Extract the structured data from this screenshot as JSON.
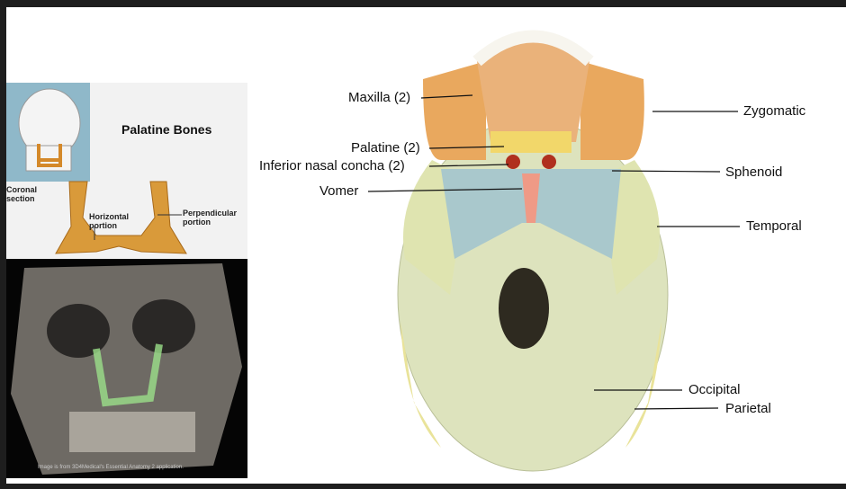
{
  "palatine_figure": {
    "title": "Palatine Bones",
    "labels": {
      "coronal": "Coronal section",
      "horizontal": "Horizontal portion",
      "perpendicular": "Perpendicular portion"
    }
  },
  "render_figure": {
    "caption": "Image is from 3D4Medical's Essential Anatomy 2 application."
  },
  "skull_labels": {
    "maxilla": "Maxilla (2)",
    "palatine": "Palatine (2)",
    "inferior_nasal_concha": "Inferior nasal concha (2)",
    "vomer": "Vomer",
    "zygomatic": "Zygomatic",
    "sphenoid": "Sphenoid",
    "temporal": "Temporal",
    "occipital": "Occipital",
    "parietal": "Parietal"
  },
  "colors": {
    "maxilla": "#eab27a",
    "palatine": "#f2d76a",
    "concha": "#b0301e",
    "vomer": "#ef9a86",
    "sphenoid": "#a9c8cc",
    "temporal": "#dfe4b0",
    "occipital": "#dde3bd",
    "parietal": "#e9e39a",
    "zygomatic": "#e9a85e"
  }
}
